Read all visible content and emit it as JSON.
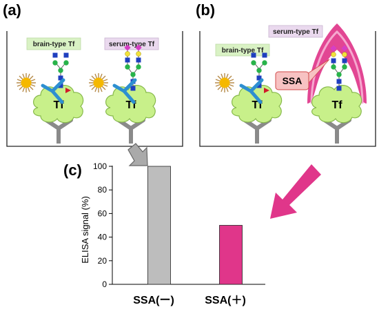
{
  "panel_a": {
    "letter": "(a)",
    "brain_label": "brain-type Tf",
    "serum_label": "serum-type Tf",
    "tf1": "Tf",
    "tf2": "Tf"
  },
  "panel_b": {
    "letter": "(b)",
    "brain_label": "brain-type Tf",
    "serum_label": "serum-type Tf",
    "ssa_label": "SSA",
    "tf1": "Tf",
    "tf2": "Tf"
  },
  "panel_c": {
    "letter": "(c)"
  },
  "colors": {
    "brain_tag": "#d9f2c4",
    "serum_tag": "#ead9ee",
    "tf_blob": "#c8f08a",
    "antibody": "#2d8fd1",
    "sun": "#f5b800",
    "gray_bar": "#bdbdbd",
    "pink_bar": "#e0368a",
    "ssa_box": "#f7c2c2",
    "glycan_blue": "#1f3fbf",
    "glycan_green": "#28b34a",
    "glycan_yellow": "#f2e23a",
    "glycan_magenta": "#d63fc4",
    "glycan_red": "#d11a2a"
  },
  "chart_data": {
    "type": "bar",
    "categories": [
      "SSA(ー)",
      "SSA(＋)"
    ],
    "values": [
      100,
      50
    ],
    "colors": [
      "#bdbdbd",
      "#e0368a"
    ],
    "ylabel": "ELISA signal (%)",
    "ylim": [
      0,
      100
    ],
    "yticks": [
      0,
      20,
      40,
      60,
      80,
      100
    ],
    "grid": false
  }
}
